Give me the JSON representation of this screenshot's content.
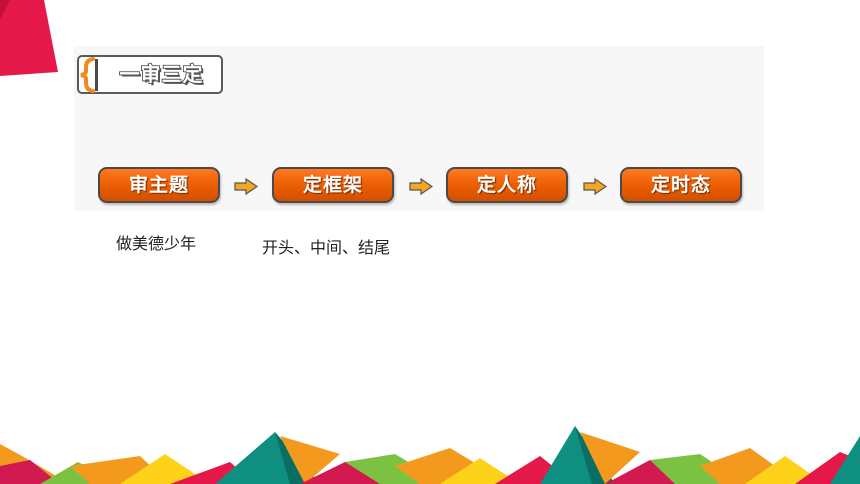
{
  "section_title": "一审三定",
  "steps": [
    {
      "label": "审主题"
    },
    {
      "label": "定框架"
    },
    {
      "label": "定人称"
    },
    {
      "label": "定时态"
    }
  ],
  "captions": {
    "theme": "做美德少年",
    "structure": "开头、中间、结尾"
  },
  "colors": {
    "step_orange": "#ea5c00",
    "arrow_orange": "#f5a623",
    "corner_red": "#e4194a",
    "border_teal": "#0e8f80",
    "border_red": "#d11a4f",
    "border_green": "#7cc242",
    "border_orange": "#f39a1e",
    "border_yellow": "#ffd21a"
  }
}
